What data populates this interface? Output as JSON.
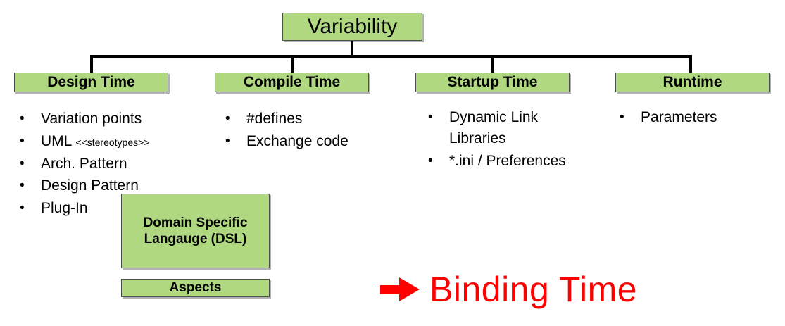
{
  "diagram": {
    "root": {
      "label": "Variability"
    },
    "categories": [
      {
        "id": "design-time",
        "label": "Design Time"
      },
      {
        "id": "compile-time",
        "label": "Compile Time"
      },
      {
        "id": "startup-time",
        "label": "Startup Time"
      },
      {
        "id": "runtime",
        "label": "Runtime"
      }
    ],
    "columns": {
      "design_time": {
        "items": [
          {
            "text": "Variation points",
            "suffix": ""
          },
          {
            "text": "UML ",
            "suffix": "<<stereotypes>>"
          },
          {
            "text": "Arch. Pattern",
            "suffix": ""
          },
          {
            "text": "Design Pattern",
            "suffix": ""
          },
          {
            "text": "Plug-In",
            "suffix": ""
          }
        ]
      },
      "compile_time": {
        "items": [
          {
            "text": "#defines",
            "suffix": ""
          },
          {
            "text": "Exchange code",
            "suffix": ""
          }
        ]
      },
      "startup_time": {
        "items": [
          {
            "text": "Dynamic Link Libraries",
            "suffix": ""
          },
          {
            "text": "*.ini / Preferences",
            "suffix": ""
          }
        ]
      },
      "runtime": {
        "items": [
          {
            "text": "Parameters",
            "suffix": ""
          }
        ]
      }
    },
    "extra_boxes": [
      {
        "id": "dsl",
        "label": "Domain Specific Langauge (DSL)"
      },
      {
        "id": "aspects",
        "label": "Aspects"
      }
    ],
    "callout": {
      "arrow": "right-arrow",
      "label": "Binding Time"
    },
    "bullet_glyph": "•",
    "colors": {
      "box_fill": "#AFD881",
      "box_border": "#4D4D4D",
      "line": "#000000",
      "text": "#000000",
      "callout": "#FF0000",
      "background": "#FFFFFF"
    }
  }
}
